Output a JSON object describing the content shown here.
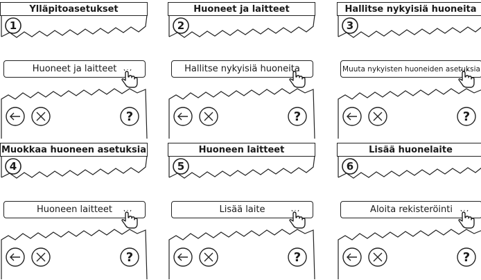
{
  "panels": [
    {
      "step": "1",
      "title": "Ylläpitoasetukset",
      "button": "Huoneet ja laitteet"
    },
    {
      "step": "2",
      "title": "Huoneet ja laitteet",
      "button": "Hallitse nykyisiä huoneita"
    },
    {
      "step": "3",
      "title": "Hallitse nykyisiä huoneita",
      "button": "Muuta nykyisten huoneiden asetuksia"
    },
    {
      "step": "4",
      "title": "Muokkaa huoneen asetuksia",
      "button": "Huoneen laitteet"
    },
    {
      "step": "5",
      "title": "Huoneen laitteet",
      "button": "Lisää laite"
    },
    {
      "step": "6",
      "title": "Lisää huonelaite",
      "button": "Aloita rekisteröinti"
    }
  ],
  "help_label": "?",
  "icons": {
    "back": "back-arrow-icon",
    "cancel": "cancel-icon",
    "pointer": "pointing-hand-icon"
  }
}
